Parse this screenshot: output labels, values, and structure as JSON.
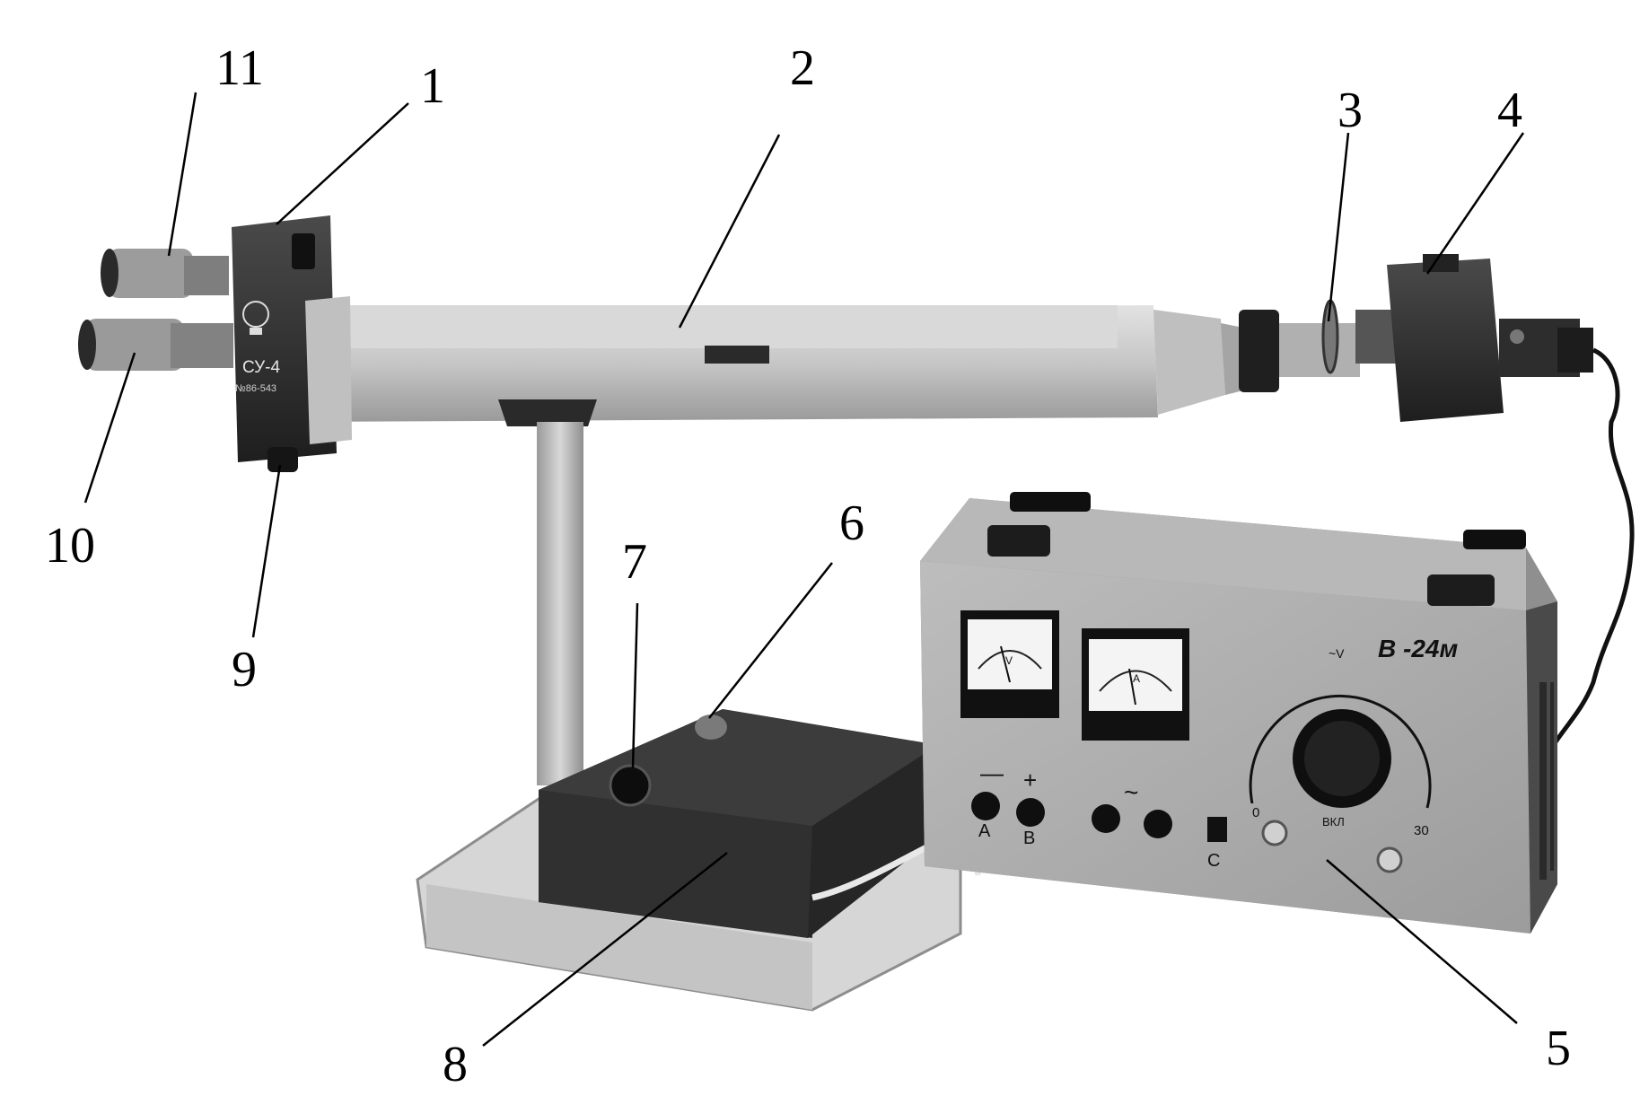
{
  "callouts": {
    "c1": "1",
    "c2": "2",
    "c3": "3",
    "c4": "4",
    "c5": "5",
    "c6": "6",
    "c7": "7",
    "c8": "8",
    "c9": "9",
    "c10": "10",
    "c11": "11"
  },
  "device_labels": {
    "spectrometer_model": "СУ-4",
    "spectrometer_serial": "№86-543",
    "power_supply_model": "В -24м",
    "dial_min": "0",
    "dial_max": "30",
    "dial_on": "ВКЛ",
    "dial_top": "~V",
    "meter_left_unit": "V",
    "meter_right_unit": "A",
    "terminal_minus": "—",
    "terminal_plus": "+",
    "terminal_ac": "~",
    "terminal_a": "A",
    "terminal_b": "B",
    "terminal_c": "C"
  },
  "colors": {
    "background": "#ffffff",
    "tube": "#c9c9c9",
    "dark_metal": "#3a3a3a",
    "panel": "#a8a8a8",
    "base": "#d4d4d4"
  }
}
